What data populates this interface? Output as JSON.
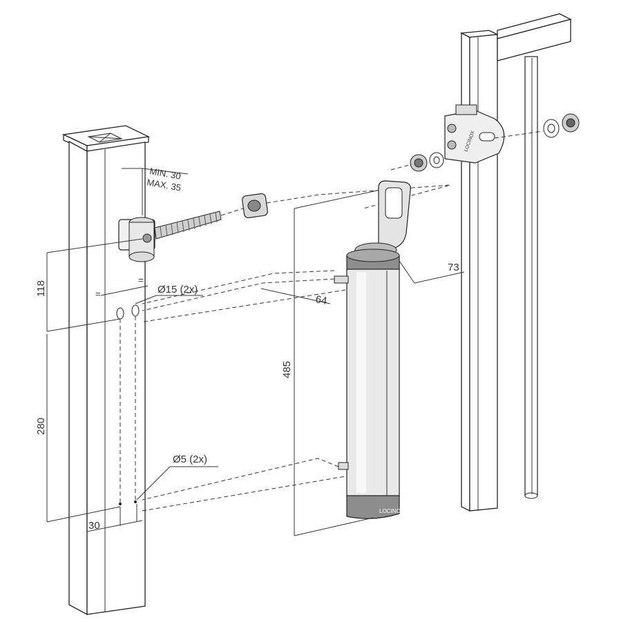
{
  "dimensions": {
    "min_offset": "MIN. 30",
    "max_offset": "MAX. 35",
    "hole_large": "Ø15 (2x)",
    "hole_small": "Ø5 (2x)",
    "height_upper": "118",
    "height_lower": "280",
    "post_offset": "30",
    "body_height": "485",
    "bracket_depth": "73",
    "bracket_width": "64",
    "equal_mark": "="
  },
  "labels": {
    "brand_body": "LOCINOX",
    "brand_bracket": "LOCINOX"
  },
  "colors": {
    "body": "#e9e9e9",
    "cap": "#8d8d8d",
    "line": "#222222"
  }
}
